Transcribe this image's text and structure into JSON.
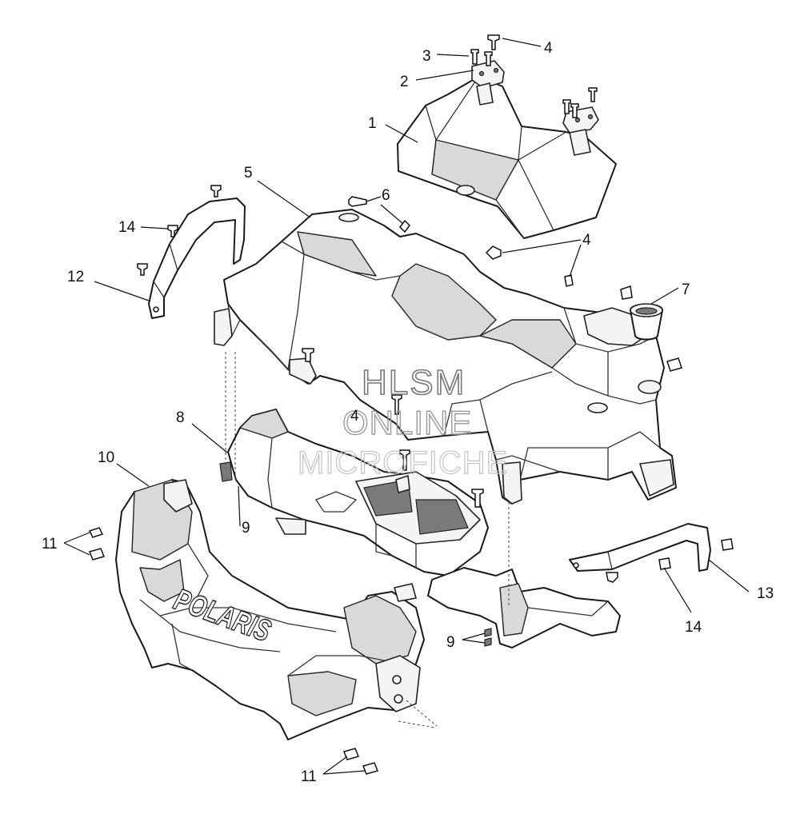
{
  "watermark": {
    "line1": "HLSM",
    "line2": "ONLINE",
    "line3": "MICROFICHE"
  },
  "brand_text": "POLARIS",
  "callouts": [
    {
      "id": "c1",
      "label": "1"
    },
    {
      "id": "c2",
      "label": "2"
    },
    {
      "id": "c3",
      "label": "3"
    },
    {
      "id": "c4a",
      "label": "4"
    },
    {
      "id": "c4b",
      "label": "4"
    },
    {
      "id": "c4c",
      "label": "4"
    },
    {
      "id": "c5",
      "label": "5"
    },
    {
      "id": "c6",
      "label": "6"
    },
    {
      "id": "c7",
      "label": "7"
    },
    {
      "id": "c8",
      "label": "8"
    },
    {
      "id": "c9a",
      "label": "9"
    },
    {
      "id": "c9b",
      "label": "9"
    },
    {
      "id": "c10",
      "label": "10"
    },
    {
      "id": "c11a",
      "label": "11"
    },
    {
      "id": "c11b",
      "label": "11"
    },
    {
      "id": "c12",
      "label": "12"
    },
    {
      "id": "c13",
      "label": "13"
    },
    {
      "id": "c14a",
      "label": "14"
    },
    {
      "id": "c14b",
      "label": "14"
    }
  ]
}
